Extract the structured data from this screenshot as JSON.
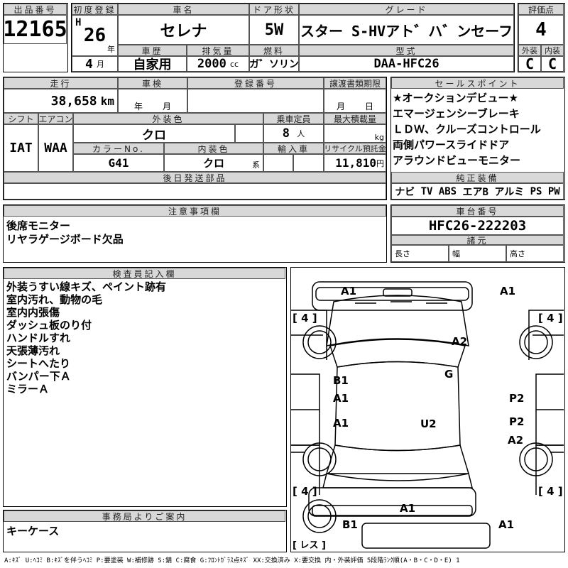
{
  "lot": {
    "label": "出品番号",
    "value": "12165"
  },
  "first_reg": {
    "label": "初度登録",
    "era": "H",
    "year": "26",
    "year_unit": "年",
    "month": "4",
    "month_unit": "月"
  },
  "car_name": {
    "label": "車名",
    "value": "セレナ"
  },
  "door": {
    "label": "ドア形状",
    "value": "5W"
  },
  "grade": {
    "label": "グレード",
    "value": "Hスター S-HVアト゛ハ゛ンセーフP"
  },
  "history": {
    "label": "車歴",
    "value": "自家用"
  },
  "displacement": {
    "label": "排気量",
    "value": "2000",
    "unit": "cc"
  },
  "fuel": {
    "label": "燃料",
    "value": "ガ゛ソリン"
  },
  "model": {
    "label": "型式",
    "value": "DAA-HFC26"
  },
  "score": {
    "label": "評価点",
    "value": "4",
    "ext_label": "外装",
    "int_label": "内装",
    "ext": "C",
    "int": "C"
  },
  "mileage": {
    "label": "走行",
    "value": "38,658",
    "unit": "km"
  },
  "inspection": {
    "label": "車検",
    "year_unit": "年",
    "month_unit": "月"
  },
  "reg_no": {
    "label": "登録番号"
  },
  "transfer": {
    "label": "譲渡書類期限",
    "month_unit": "月",
    "day_unit": "日"
  },
  "shift": {
    "label": "シフト",
    "value": "IAT"
  },
  "ac": {
    "label": "エアコン",
    "value": "WAA"
  },
  "ext_color": {
    "label": "外装色",
    "value": "クロ"
  },
  "capacity": {
    "label": "乗車定員",
    "value": "8",
    "unit": "人"
  },
  "max_load": {
    "label": "最大積載量",
    "unit": "kg"
  },
  "color_no": {
    "label": "カラーNo.",
    "value": "G41"
  },
  "int_color": {
    "label": "内装色",
    "value": "クロ",
    "unit": "系"
  },
  "import": {
    "label": "輸入車"
  },
  "recycle": {
    "label": "リサイクル預託金",
    "value": "11,810",
    "unit": "円"
  },
  "later_parts": {
    "label": "後日発送部品"
  },
  "sales_points": {
    "label": "セールスポイント",
    "items": [
      "★オークションデビュー★",
      "エマージェンシーブレーキ",
      "ＬＤＷ、クルーズコントロール",
      "両側パワースライドドア",
      "アラウンドビューモニター"
    ]
  },
  "equipment": {
    "label": "純正装備",
    "items": [
      "ナビ",
      "TV",
      "ABS",
      "エアB",
      "アルミ",
      "PS",
      "PW"
    ]
  },
  "notes": {
    "label": "注意事項欄",
    "items": [
      "後席モニター",
      "リヤラゲージボード欠品"
    ]
  },
  "chassis": {
    "label": "車台番号",
    "value": "HFC26-222203"
  },
  "specs": {
    "label": "諸元",
    "length": "長さ",
    "width": "幅",
    "height": "高さ"
  },
  "inspector": {
    "label": "検査員記入欄",
    "items": [
      "外装うすい線キズ、ペイント跡有",
      "室内汚れ、動物の毛",
      "室内内張傷",
      "ダッシュ板のり付",
      "ハンドルすれ",
      "天張薄汚れ",
      "シートへたり",
      "バンパー下Ａ",
      "ミラーＡ"
    ]
  },
  "office": {
    "label": "事務局よりご案内",
    "value": "キーケース"
  },
  "diagram": {
    "marks": [
      "A1",
      "A1",
      "[ 4 ]",
      "[ 4 ]",
      "A2",
      "G",
      "B1",
      "A1",
      "P2",
      "A1",
      "U2",
      "P2",
      "A2",
      "[ 4 ]",
      "[ 4 ]",
      "A1",
      "B1",
      "A1",
      "[ レス ]"
    ]
  },
  "legend": "A:ｷｽﾞ U:ﾍｺﾐ B:ｷｽﾞを伴うﾍｺﾐ P:要塗装 W:補修跡 S:錆 C:腐食 G:ﾌﾛﾝﾄｶﾞﾗｽ点ｷｽﾞ XX:交換済み X:要交換 内・外装評価 5段階ﾗﾝｸ順(A・B・C・D・E) 1"
}
